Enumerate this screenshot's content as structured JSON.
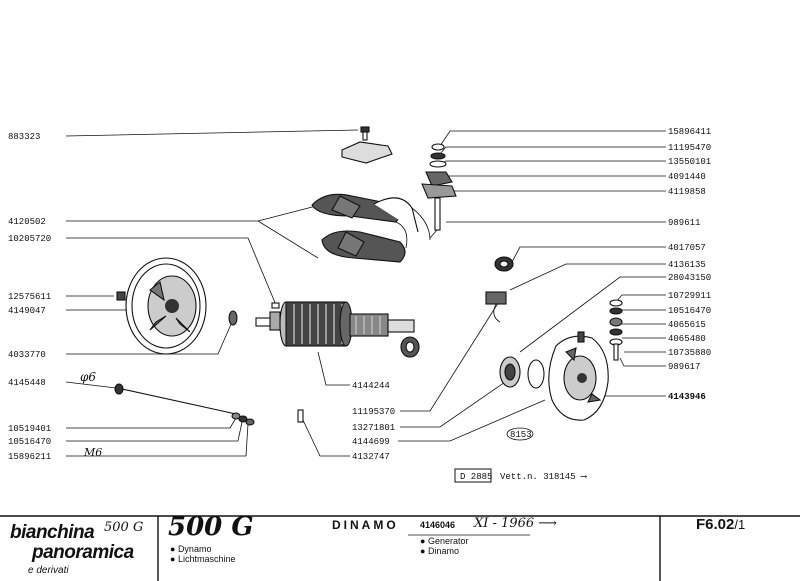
{
  "callouts_left": [
    {
      "id": "p883323",
      "text": "883323"
    },
    {
      "id": "p4120502",
      "text": "4120502"
    },
    {
      "id": "p10205720",
      "text": "10205720"
    },
    {
      "id": "p12575611",
      "text": "12575611"
    },
    {
      "id": "p4149047",
      "text": "4149047"
    },
    {
      "id": "p4033770",
      "text": "4033770"
    },
    {
      "id": "p4145448",
      "text": "4145448"
    },
    {
      "id": "p10519401",
      "text": "10519401"
    },
    {
      "id": "p10516470a",
      "text": "10516470"
    },
    {
      "id": "p15896211",
      "text": "15896211"
    }
  ],
  "callouts_right": [
    {
      "id": "p15896411",
      "text": "15896411"
    },
    {
      "id": "p11195470",
      "text": "11195470"
    },
    {
      "id": "p13550101",
      "text": "13550101"
    },
    {
      "id": "p4091440",
      "text": "4091440"
    },
    {
      "id": "p4119858",
      "text": "4119858"
    },
    {
      "id": "p989611",
      "text": "989611"
    },
    {
      "id": "p4017057",
      "text": "4017057"
    },
    {
      "id": "p4136135",
      "text": "4136135"
    },
    {
      "id": "p28043150",
      "text": "28043150"
    },
    {
      "id": "p10729911",
      "text": "10729911"
    },
    {
      "id": "p10516470b",
      "text": "10516470"
    },
    {
      "id": "p4065615",
      "text": "4065615"
    },
    {
      "id": "p4065480",
      "text": "4065480"
    },
    {
      "id": "p10735880",
      "text": "10735880"
    },
    {
      "id": "p989617",
      "text": "989617"
    },
    {
      "id": "p4143946",
      "text": "4143946"
    }
  ],
  "callouts_center": [
    {
      "id": "p4144244",
      "text": "4144244"
    },
    {
      "id": "p11195370",
      "text": "11195370"
    },
    {
      "id": "p13271801",
      "text": "13271801"
    },
    {
      "id": "p4144699",
      "text": "4144699"
    },
    {
      "id": "p4132747",
      "text": "4132747"
    },
    {
      "id": "p8153",
      "text": "8153"
    }
  ],
  "handwritten": {
    "phi6": "φ6",
    "m6": "M6"
  },
  "reference_box": "D 2885",
  "reference_note": "Vett.n. 318145 ⟶",
  "titleblock": {
    "brand_line1": "bianchina",
    "brand_hand": "500 G",
    "brand_line2": "panoramica",
    "brand_line3": "e derivati",
    "model": "500 G",
    "desc_it": "DINAMO",
    "desc_de_list": [
      "Dynamo",
      "Lichtmaschine"
    ],
    "desc_en_list": [
      "Generator",
      "Dinamo"
    ],
    "doc_number": "4146046",
    "date_hand": "XI - 1966 ⟶",
    "sheet": "F6.02",
    "sheet_suffix": "/1"
  }
}
